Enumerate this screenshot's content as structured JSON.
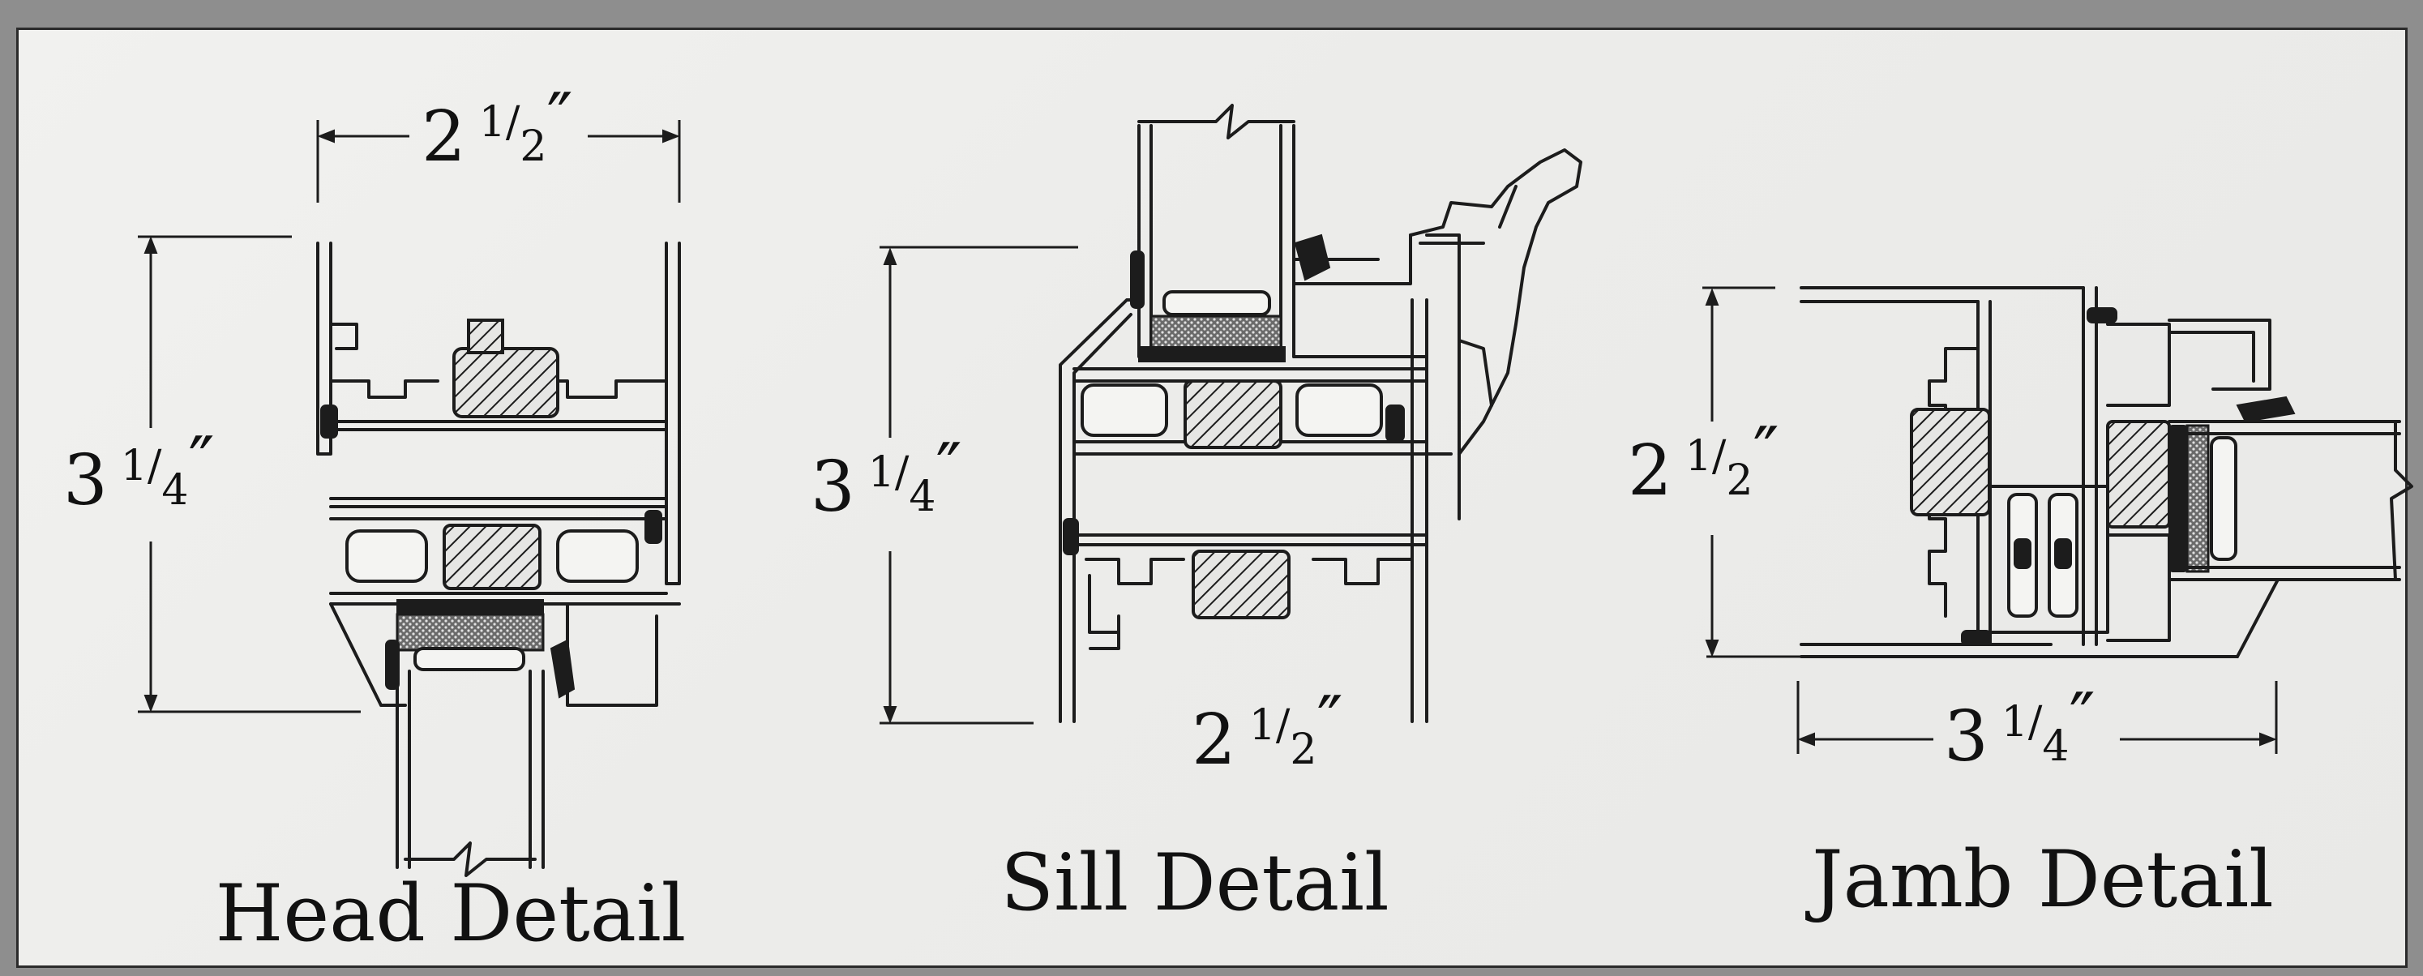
{
  "details": [
    {
      "name": "head",
      "caption": "Head Detail",
      "width_dim": {
        "whole": "2",
        "num": "1",
        "den": "2"
      },
      "height_dim": {
        "whole": "3",
        "num": "1",
        "den": "4"
      }
    },
    {
      "name": "sill",
      "caption": "Sill Detail",
      "width_dim": {
        "whole": "2",
        "num": "1",
        "den": "2"
      },
      "height_dim": {
        "whole": "3",
        "num": "1",
        "den": "4"
      }
    },
    {
      "name": "jamb",
      "caption": "Jamb Detail",
      "width_dim": {
        "whole": "3",
        "num": "1",
        "den": "4"
      },
      "height_dim": {
        "whole": "2",
        "num": "1",
        "den": "2"
      }
    }
  ],
  "symbols": {
    "inch": "″",
    "slash": "/"
  },
  "colors": {
    "ink": "#1c1c1c",
    "panel": "#eeeeec",
    "frame": "#8e8e8e"
  }
}
